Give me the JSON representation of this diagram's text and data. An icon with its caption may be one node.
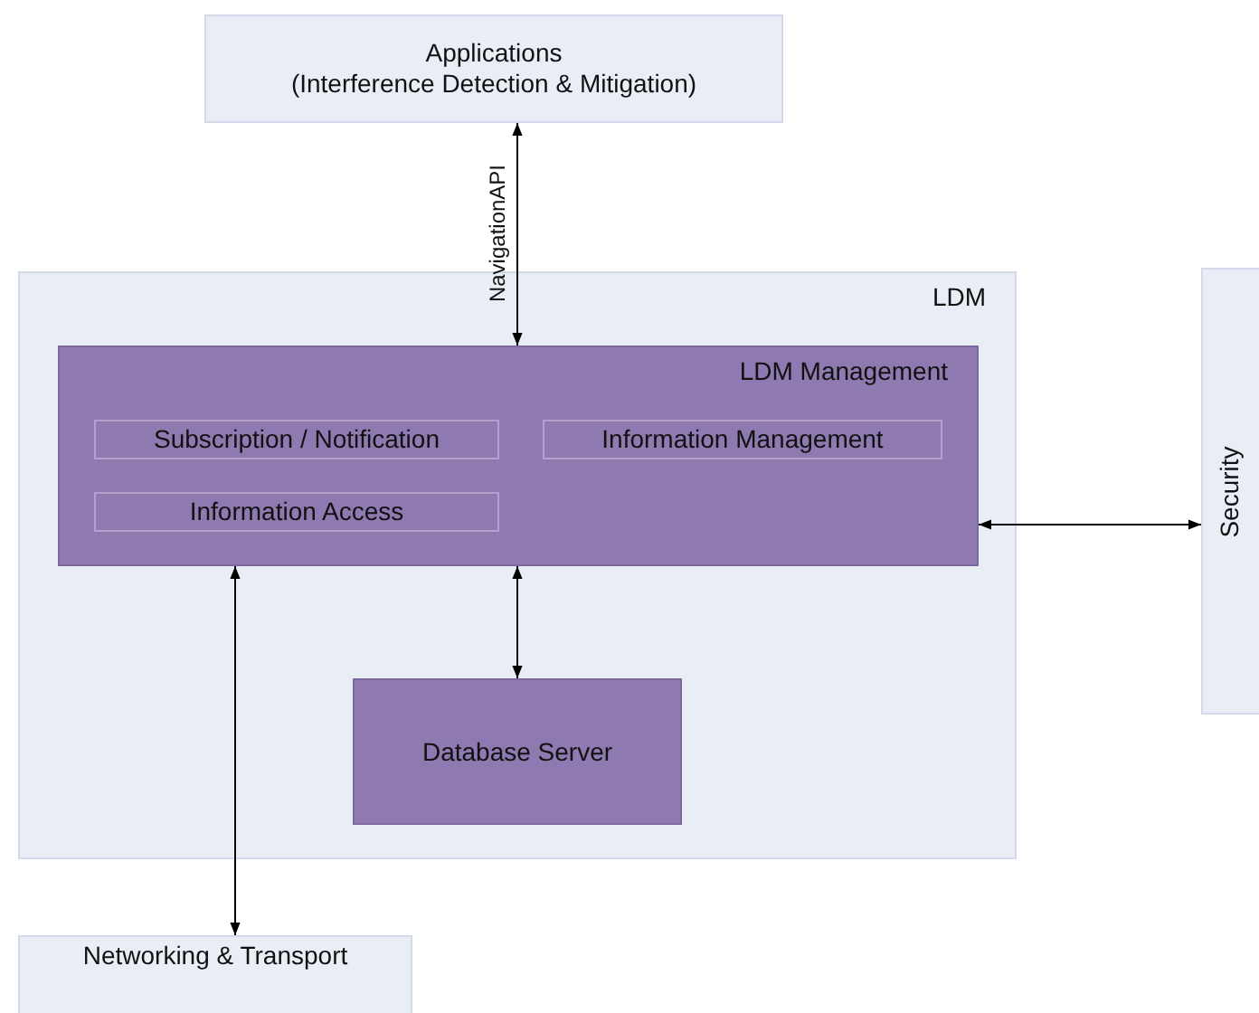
{
  "diagram": {
    "nodes": [
      {
        "text": [
          "Applications",
          "(Interference Detection & Mitigation)"
        ]
      },
      {
        "text": [
          "LDM"
        ]
      },
      {
        "text": [
          "LDM Management"
        ],
        "in": 1
      },
      {
        "text": [
          "Subscription / Notification"
        ],
        "in": 2
      },
      {
        "text": [
          "Information Management"
        ],
        "in": 2
      },
      {
        "text": [
          "Information Access"
        ],
        "in": 2
      },
      {
        "text": [
          "Database Server"
        ],
        "in": 1
      },
      {
        "text": [
          "Security"
        ]
      },
      {
        "text": [
          "Networking & Transport"
        ]
      }
    ],
    "edges": [
      {
        "from": 0,
        "to": 2,
        "arrow": "both",
        "label": "NavigationAPI"
      },
      {
        "from": 2,
        "to": 7,
        "arrow": "both"
      },
      {
        "from": 2,
        "to": 6,
        "arrow": "both"
      },
      {
        "from": 2,
        "to": 8,
        "arrow": "both"
      }
    ]
  }
}
